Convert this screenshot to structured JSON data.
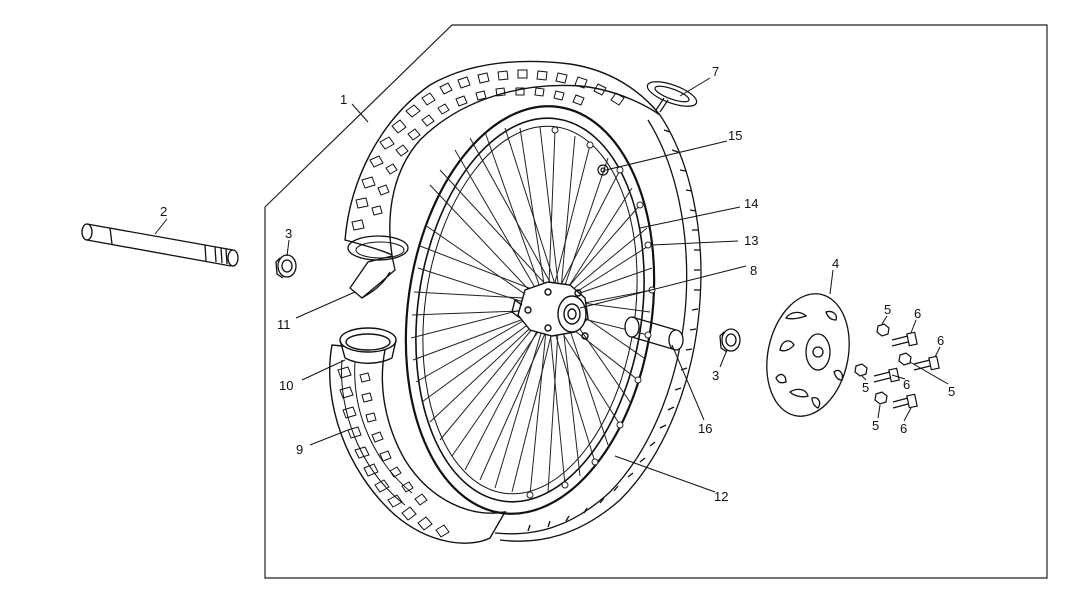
{
  "diagram": {
    "callouts": [
      {
        "id": "c1",
        "text": "1"
      },
      {
        "id": "c2",
        "text": "2"
      },
      {
        "id": "c3a",
        "text": "3"
      },
      {
        "id": "c3b",
        "text": "3"
      },
      {
        "id": "c4",
        "text": "4"
      },
      {
        "id": "c5a",
        "text": "5"
      },
      {
        "id": "c5b",
        "text": "5"
      },
      {
        "id": "c5c",
        "text": "5"
      },
      {
        "id": "c5d",
        "text": "5"
      },
      {
        "id": "c6a",
        "text": "6"
      },
      {
        "id": "c6b",
        "text": "6"
      },
      {
        "id": "c6c",
        "text": "6"
      },
      {
        "id": "c6d",
        "text": "6"
      },
      {
        "id": "c7",
        "text": "7"
      },
      {
        "id": "c8",
        "text": "8"
      },
      {
        "id": "c9",
        "text": "9"
      },
      {
        "id": "c10",
        "text": "10"
      },
      {
        "id": "c11",
        "text": "11"
      },
      {
        "id": "c12",
        "text": "12"
      },
      {
        "id": "c13",
        "text": "13"
      },
      {
        "id": "c14",
        "text": "14"
      },
      {
        "id": "c15",
        "text": "15"
      },
      {
        "id": "c16",
        "text": "16"
      }
    ]
  }
}
